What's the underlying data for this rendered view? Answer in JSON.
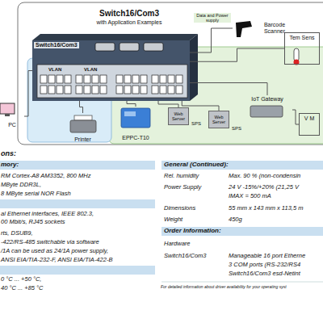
{
  "diagram": {
    "title": "Switch16/Com3",
    "nodes": [
      {
        "text": [
          "Switch16/Com3"
        ]
      },
      {
        "text": [
          "PC"
        ]
      },
      {
        "text": [
          "Printer"
        ]
      },
      {
        "text": [
          "Barcode Scanner"
        ]
      },
      {
        "text": [
          "Tem Sens"
        ]
      },
      {
        "text": [
          "IoT Gateway"
        ]
      },
      {
        "text": [
          "V M"
        ]
      },
      {
        "text": [
          "EPPC-T10"
        ]
      },
      {
        "text": [
          "Web Server"
        ]
      },
      {
        "text": [
          "Web Server"
        ]
      }
    ],
    "edges": [
      {
        "from": 0,
        "to": 1,
        "arrow": "none"
      },
      {
        "from": 0,
        "to": 2,
        "arrow": "none"
      },
      {
        "from": 0,
        "to": 3,
        "label": "Data and Power supply",
        "arrow": "none"
      },
      {
        "from": 0,
        "to": 4,
        "arrow": "none"
      },
      {
        "from": 0,
        "to": 5,
        "arrow": "none"
      },
      {
        "from": 5,
        "to": 6,
        "arrow": "none"
      },
      {
        "from": 0,
        "to": 7,
        "arrow": "none"
      },
      {
        "from": 0,
        "to": 8,
        "arrow": "none"
      },
      {
        "from": 0,
        "to": 9,
        "arrow": "none"
      }
    ],
    "labels": [
      "with Application Examples",
      "VLAN",
      "VLAN",
      "SPS",
      "SPS",
      "ons:",
      "mory:",
      "RM Cortex-A8 AM3352, 800 MHz",
      "MByte DDR3L,",
      "8 MByte serial NOR Flash",
      "al Ethernet interfaces, IEEE 802.3,",
      "00 Mbit/s, RJ45 sockets",
      "rts, DSUB9,",
      "-422/RS-485 switchable via software",
      "/1A can be used as 24/1A power supply,",
      "ANSI EIA/TIA-232-F, ANSI EIA/TIA-422-B",
      "0 °C ... +50 °C,",
      "40 °C ... +85 °C",
      "General (Continued):",
      "Rel. humidity",
      "Max. 90 % (non-condensin",
      "Power Supply",
      "24 V -15%/+20% (21,25 V",
      "IMAX = 500 mA",
      "Dimensions",
      "55 mm x 143 mm x 113,5 m",
      "Weight",
      "450g",
      "Order Information:",
      "Hardware",
      "Switch16/Com3",
      "Manageable 16 port Etherne",
      "3 COM ports (RS-232/RS4",
      "Switch16/Com3 esd-Netint",
      "For detailed information about driver availability for your operating syst"
    ]
  }
}
